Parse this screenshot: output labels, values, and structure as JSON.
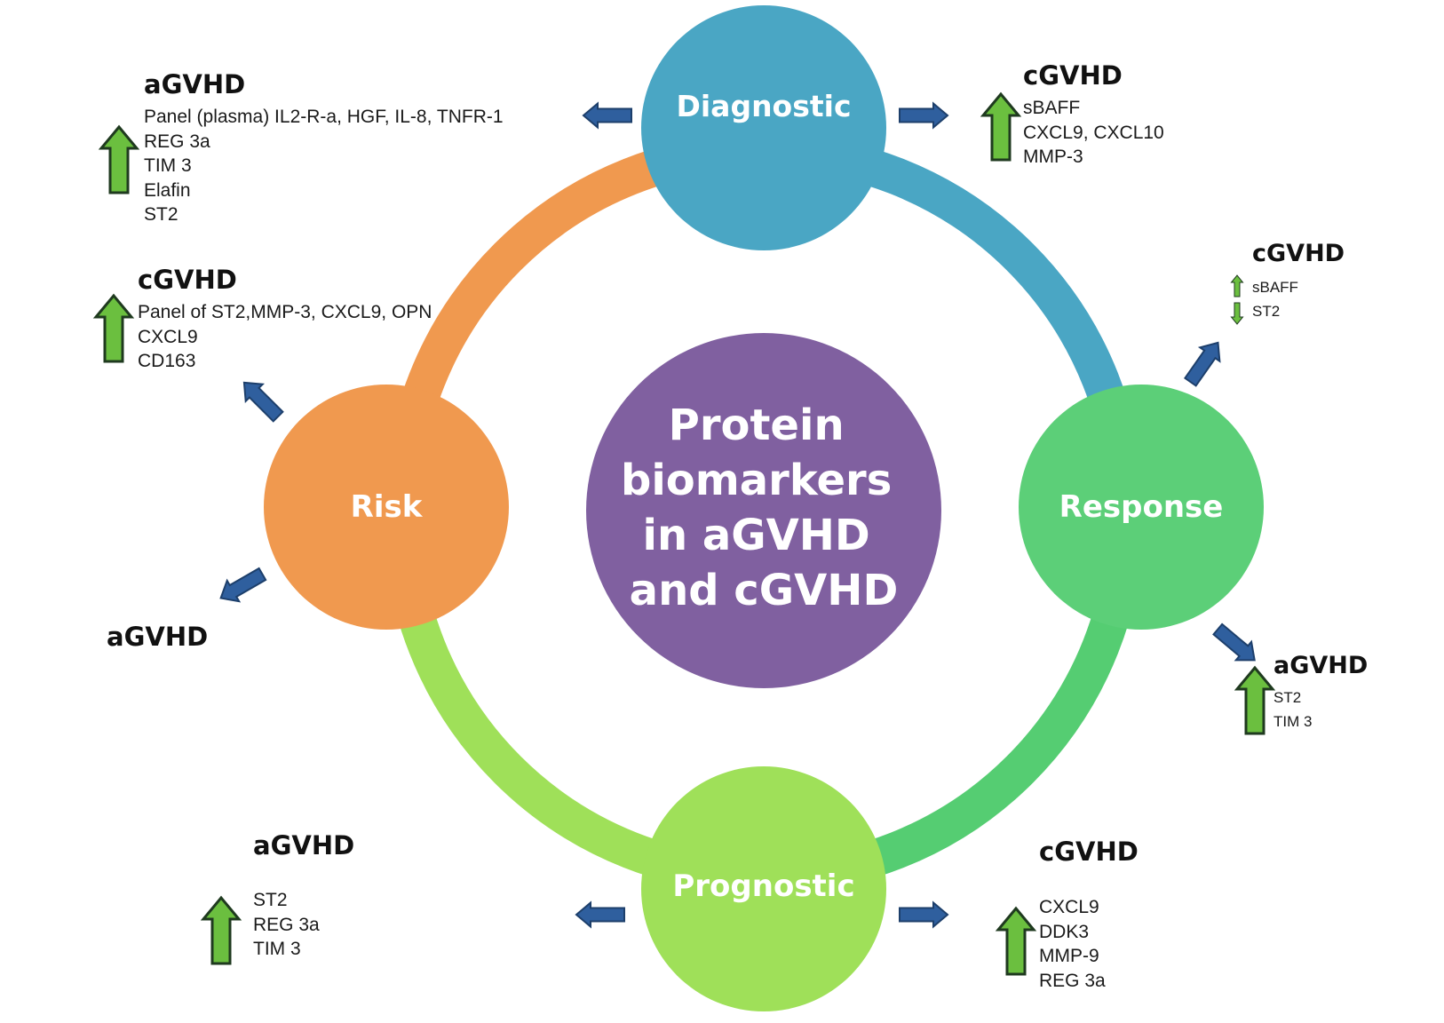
{
  "center": {
    "lines": [
      "Protein",
      "biomarkers",
      "in aGVHD",
      "and cGVHD"
    ]
  },
  "nodes": {
    "diagnostic": "Diagnostic",
    "response": "Response",
    "prognostic": "Prognostic",
    "risk": "Risk"
  },
  "diagnostic_agvhd": {
    "heading": "aGVHD",
    "items": [
      "Panel (plasma) IL2-R-a, HGF, IL-8, TNFR-1",
      "REG 3a",
      "TIM 3",
      "Elafin",
      "ST2"
    ]
  },
  "diagnostic_cgvhd": {
    "heading": "cGVHD",
    "items": [
      "sBAFF",
      "CXCL9, CXCL10",
      "MMP-3"
    ]
  },
  "response_cgvhd": {
    "heading": "cGVHD",
    "items": [
      "sBAFF",
      "ST2"
    ]
  },
  "response_agvhd": {
    "heading": "aGVHD",
    "items": [
      "ST2",
      "TIM 3"
    ]
  },
  "risk_cgvhd": {
    "heading": "cGVHD",
    "items": [
      "Panel of ST2,MMP-3, CXCL9, OPN",
      "CXCL9",
      "CD163"
    ]
  },
  "risk_agvhd": {
    "heading": "aGVHD"
  },
  "prognostic_agvhd": {
    "heading": "aGVHD",
    "items": [
      "ST2",
      "REG 3a",
      "TIM 3"
    ]
  },
  "prognostic_cgvhd": {
    "heading": "cGVHD",
    "items": [
      "CXCL9",
      "DDK3",
      "MMP-9",
      "REG 3a"
    ]
  },
  "colors": {
    "diagnostic": "#4aa6c4",
    "response": "#5ccf78",
    "prognostic": "#9fe059",
    "risk": "#f0994f",
    "center": "#8060a0",
    "arrow_blue": "#2f5f9e",
    "arrow_green": "#6bbf3f"
  }
}
